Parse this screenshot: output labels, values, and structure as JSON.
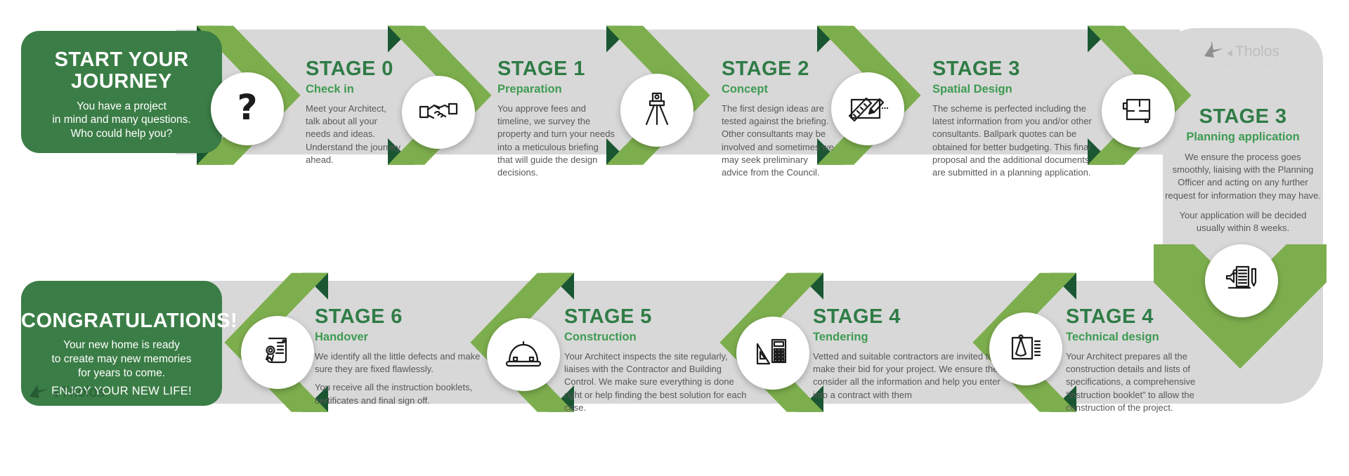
{
  "colors": {
    "brand_green_dark": "#3b7d46",
    "chevron_green": "#7dae4d",
    "chevron_fold_green": "#1a5632",
    "band_gray": "#d8d8d8",
    "stage_title_green": "#2f7c46",
    "stage_subtitle_green": "#3e9b52",
    "body_text_gray": "#58585a"
  },
  "brand": {
    "name": "Tholos",
    "sub": "architects"
  },
  "start": {
    "title1": "START YOUR",
    "title2": "JOURNEY",
    "lines": [
      "You have a project",
      "in mind and many questions.",
      "Who could help you?"
    ]
  },
  "congrats": {
    "title": "CONGRATULATIONS!",
    "lines": [
      "Your new home is ready",
      "to create may new memories",
      "for years to come."
    ],
    "tagline": "ENJOY YOUR NEW LIFE!"
  },
  "stages_top": [
    {
      "stage": "STAGE 0",
      "name": "Check in",
      "icon": "question-mark-icon",
      "desc": "Meet your Architect, talk about all your needs and ideas. Understand the journey ahead."
    },
    {
      "stage": "STAGE 1",
      "name": "Preparation",
      "icon": "handshake-icon",
      "desc": "You approve fees and timeline, we survey the property and turn your needs into a meticulous briefing that will guide the design decisions."
    },
    {
      "stage": "STAGE 2",
      "name": "Concept",
      "icon": "survey-tripod-icon",
      "desc": "The first design ideas are tested against the briefing. Other consultants may be involved and sometimes we may seek preliminary advice from the Council."
    },
    {
      "stage": "STAGE 3",
      "name": "Spatial Design",
      "icon": "ruler-pencil-icon",
      "desc": "The scheme is perfected including the latest information from you and/or other consultants. Ballpark quotes can be obtained for better budgeting. This final proposal and the additional documents are submitted in a planning application."
    }
  ],
  "planning": {
    "stage": "STAGE 3",
    "name": "Planning application",
    "icon": "floor-plan-icon",
    "desc": "We ensure the process goes smoothly, liaising with the Planning Officer and acting on any further request for information they may have.",
    "note": "Your application will be decided usually within 8 weeks.",
    "down_icon": "stamped-document-pen-icon"
  },
  "stages_bottom": [
    {
      "stage": "STAGE 4",
      "name": "Technical design",
      "icon": "drafting-compass-document-icon",
      "desc": "Your Architect prepares all the construction details and lists of specifications, a comprehensive “instruction booklet” to allow the construction of the project."
    },
    {
      "stage": "STAGE 4",
      "name": "Tendering",
      "icon": "set-square-calculator-icon",
      "desc": "Vetted and suitable contractors are invited to make their bid for your project. We ensure they consider all the information and help you enter into a contract with them"
    },
    {
      "stage": "STAGE 5",
      "name": "Construction",
      "icon": "hard-hat-icon",
      "desc": "Your Architect inspects the site regularly, liaises with the Contractor and Building Control. We make sure everything is done right or help finding the best solution for each case."
    },
    {
      "stage": "STAGE 6",
      "name": "Handover",
      "icon": "certificate-icon",
      "desc": "We identify all the little defects and make sure they are fixed flawlessly.",
      "desc2": "You receive all the instruction booklets, certificates and final sign off."
    }
  ]
}
